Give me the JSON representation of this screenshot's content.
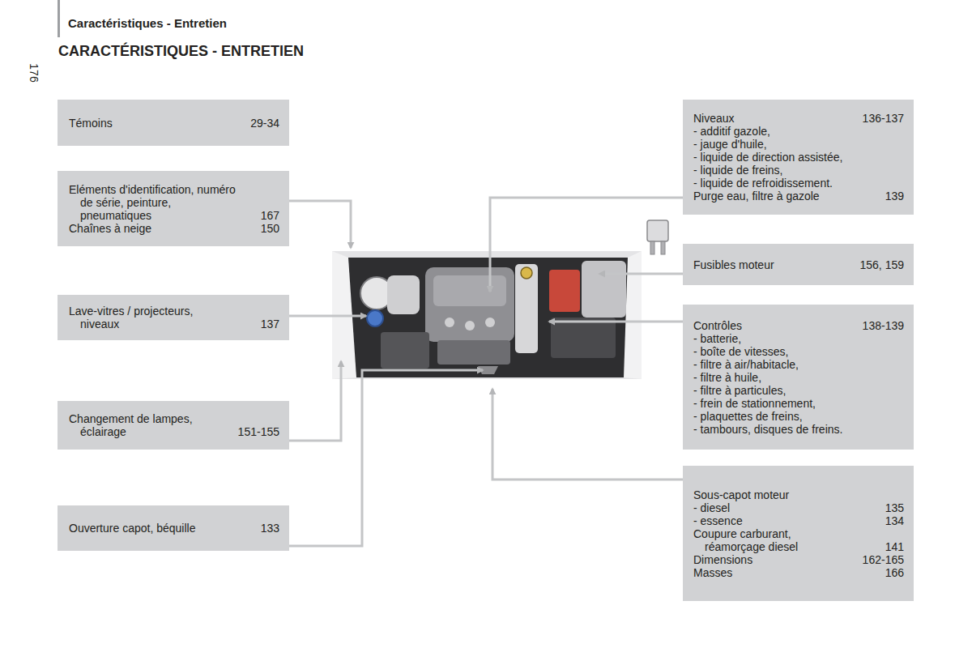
{
  "diagram": {
    "title": "CARACTÉRISTIQUES - ENTRETIEN",
    "nodes": [
      {
        "text": [
          "Témoins",
          "29-34"
        ]
      },
      {
        "text": [
          "Eléments d'identification, numéro de série, peinture, pneumatiques",
          "167",
          "Chaînes à neige",
          "150"
        ]
      },
      {
        "text": [
          "Lave-vitres / projecteurs, niveaux",
          "137"
        ]
      },
      {
        "text": [
          "Changement de lampes, éclairage",
          "151-155"
        ]
      },
      {
        "text": [
          "Ouverture capot, béquille",
          "133"
        ]
      },
      {
        "text": [
          "Niveaux",
          "136-137",
          "- additif gazole,",
          "- jauge d'huile,",
          "- liquide de direction assistée,",
          "- liquide de freins,",
          "- liquide de refroidissement.",
          "Purge eau, filtre à gazole",
          "139"
        ]
      },
      {
        "text": [
          "Fusibles moteur",
          "156, 159"
        ]
      },
      {
        "text": [
          "Contrôles",
          "138-139",
          "- batterie,",
          "- boîte de vitesses,",
          "- filtre à air/habitacle,",
          "- filtre à huile,",
          "- filtre à particules,",
          "- frein de stationnement,",
          "- plaquettes de freins,",
          "- tambours, disques de freins."
        ]
      },
      {
        "text": [
          "Sous-capot moteur",
          "- diesel",
          "135",
          "- essence",
          "134",
          "Coupure carburant, réamorçage diesel",
          "141",
          "Dimensions",
          "162-165",
          "Masses",
          "166"
        ]
      }
    ],
    "labels": [
      "Caractéristiques - Entretien",
      "176"
    ]
  }
}
